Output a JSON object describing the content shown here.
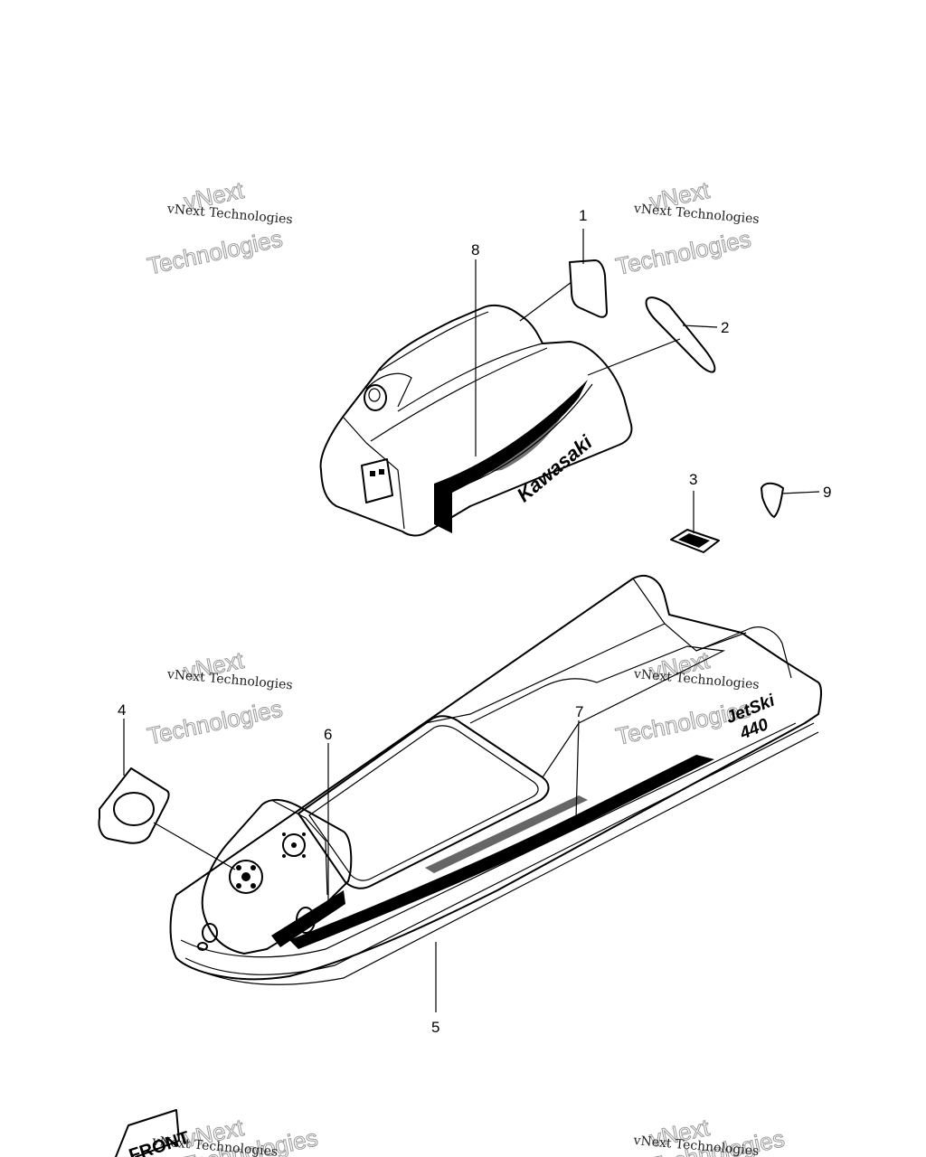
{
  "callouts": [
    {
      "id": "1",
      "label": "1"
    },
    {
      "id": "2",
      "label": "2"
    },
    {
      "id": "3",
      "label": "3"
    },
    {
      "id": "4",
      "label": "4"
    },
    {
      "id": "5",
      "label": "5"
    },
    {
      "id": "6",
      "label": "6"
    },
    {
      "id": "7",
      "label": "7"
    },
    {
      "id": "8",
      "label": "8"
    },
    {
      "id": "9",
      "label": "9"
    }
  ],
  "decal_text": {
    "brand": "Kawasaki",
    "model_line1": "JetSki",
    "model_line2": "440"
  },
  "front_marker": "FRONT",
  "watermark": {
    "small": "vNext Technologies",
    "big_top": "vNext",
    "big_bottom": "Technologies"
  }
}
